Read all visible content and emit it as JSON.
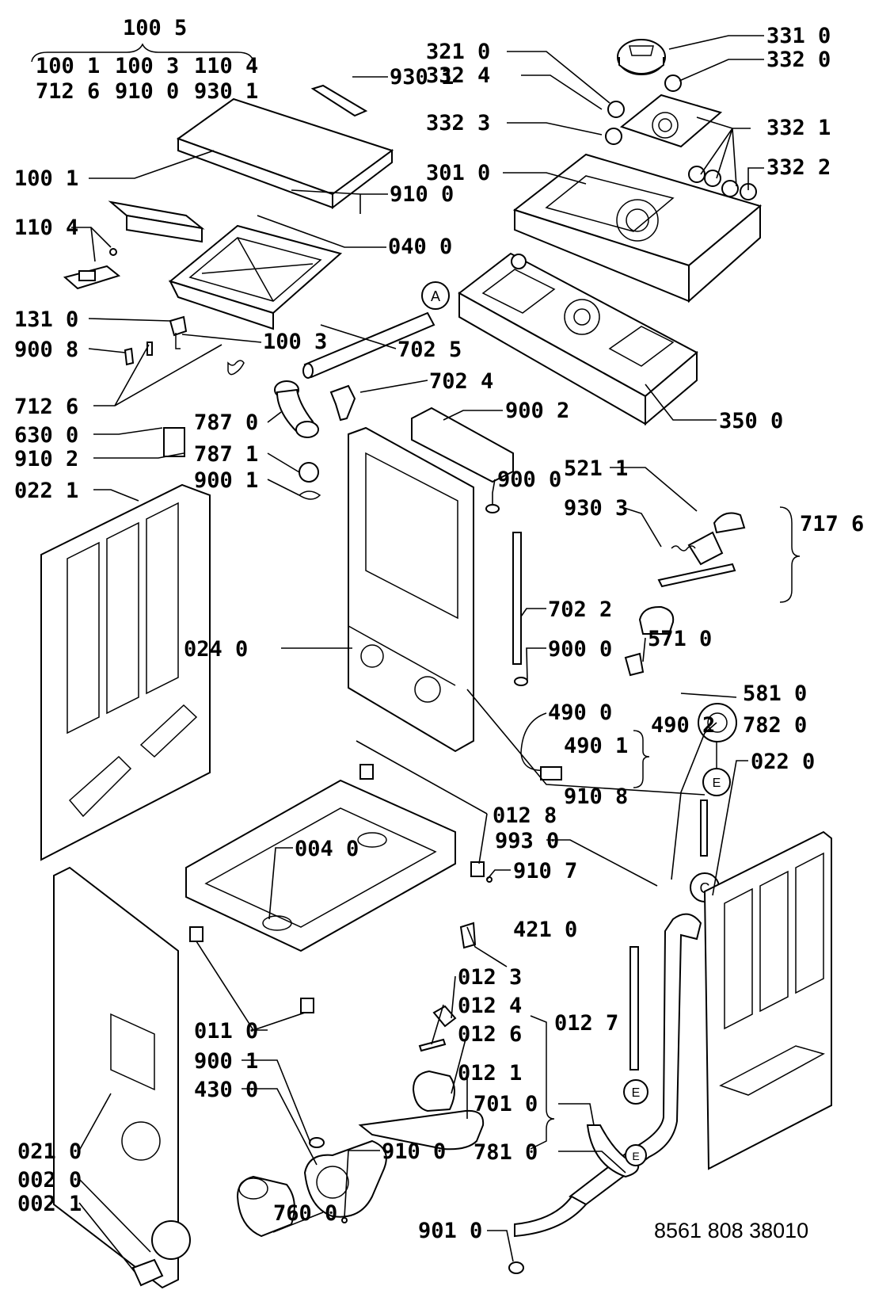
{
  "drawing_number": "8561 808 38010",
  "group_label": "100 5",
  "group_items": [
    "100 1",
    "100 3",
    "110 4",
    "712 6",
    "910 0",
    "930 1"
  ],
  "callout_A": "A",
  "callout_E": "E",
  "callout_C": "C",
  "labels": {
    "l9301a": "930 1",
    "l3210": "321 0",
    "l3324": "332 4",
    "l3323": "332 3",
    "l3310": "331 0",
    "l3320": "332 0",
    "l3321": "332 1",
    "l3322": "332 2",
    "l3010": "301 0",
    "l1001": "100 1",
    "l9100a": "910 0",
    "l1104": "110 4",
    "l0400": "040 0",
    "l1310": "131 0",
    "l9008": "900 8",
    "l1003": "100 3",
    "l7025": "702 5",
    "l7024": "702 4",
    "l7126": "712 6",
    "l7870": "787 0",
    "l9002": "900 2",
    "l3500": "350 0",
    "l6300": "630 0",
    "l7871": "787 1",
    "l9102": "910 2",
    "l9001a": "900 1",
    "l0221": "022 1",
    "l9000a": "900 0",
    "l5211": "521 1",
    "l9303": "930 3",
    "l7176": "717 6",
    "l7022": "702 2",
    "l0240": "024 0",
    "l9000b": "900 0",
    "l5710": "571 0",
    "l4900": "490 0",
    "l4901": "490 1",
    "l4902": "490 2",
    "l5810": "581 0",
    "l7820": "782 0",
    "l0220": "022 0",
    "l9108": "910 8",
    "l0128": "012 8",
    "l9930": "993 0",
    "l9107": "910 7",
    "l0040": "004 0",
    "l4210": "421 0",
    "l0123": "012 3",
    "l0124": "012 4",
    "l0126": "012 6",
    "l0127": "012 7",
    "l0121": "012 1",
    "l0110": "011 0",
    "l9001b": "900 1",
    "l4300": "430 0",
    "l7010": "701 0",
    "l0210": "021 0",
    "l9100b": "910 0",
    "l7810": "781 0",
    "l0020": "002 0",
    "l0021": "002 1",
    "l7600": "760 0",
    "l9010": "901 0"
  }
}
